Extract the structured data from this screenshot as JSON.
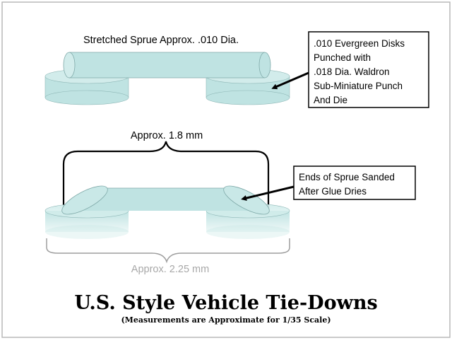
{
  "top_label": "Stretched Sprue Approx. .010 Dia.",
  "disk_callout": {
    "lines": [
      ".010 Evergreen Disks",
      "Punched with",
      ".018 Dia. Waldron",
      "Sub-Miniature Punch",
      "And Die"
    ]
  },
  "approx_top": "Approx. 1.8 mm",
  "sanded_callout": {
    "lines": [
      "Ends of Sprue Sanded",
      "After Glue Dries"
    ]
  },
  "approx_bottom": "Approx. 2.25 mm",
  "title": "U.S. Style Vehicle Tie-Downs",
  "subtitle": "(Measurements are Approximate for 1/35 Scale)",
  "colors": {
    "disk_fill": "#bfe3e2",
    "disk_top": "#d2eceb",
    "rod_fill": "#bfe3e2",
    "frame": "#b8b8b8",
    "ink": "#000000",
    "faded_text": "#a8a8a8"
  }
}
